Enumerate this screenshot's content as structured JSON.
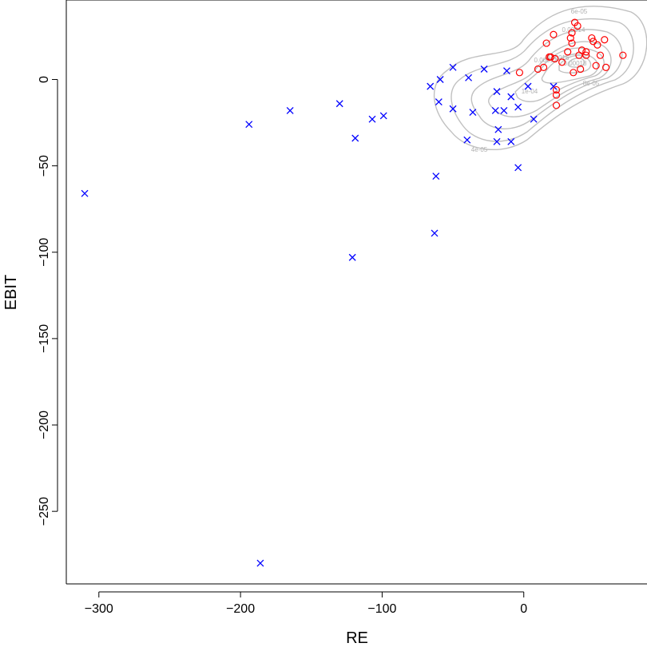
{
  "chart_data": {
    "type": "scatter",
    "title": "",
    "xlabel": "RE",
    "ylabel": "EBIT",
    "xlim": [
      -323,
      87
    ],
    "ylim": [
      -292,
      46
    ],
    "xticks": [
      -300,
      -200,
      -100,
      0
    ],
    "yticks": [
      -250,
      -200,
      -150,
      -100,
      -50,
      0
    ],
    "grid": false,
    "legend": "none",
    "colors": {
      "series_x": "#0000ff",
      "series_o": "#ff0000",
      "contour": "#c0c0c0"
    },
    "series": [
      {
        "marker": "x",
        "points": [
          [
            -310,
            -66
          ],
          [
            -194,
            -26
          ],
          [
            -186,
            -280
          ],
          [
            -165,
            -18
          ],
          [
            -130,
            -14
          ],
          [
            -121,
            -103
          ],
          [
            -119,
            -34
          ],
          [
            -107,
            -23
          ],
          [
            -99,
            -21
          ],
          [
            -66,
            -4
          ],
          [
            -63,
            -89
          ],
          [
            -62,
            -56
          ],
          [
            -60,
            -13
          ],
          [
            -59,
            0
          ],
          [
            -50,
            7
          ],
          [
            -50,
            -17
          ],
          [
            -40,
            -35
          ],
          [
            -39,
            1
          ],
          [
            -36,
            -19
          ],
          [
            -28,
            6
          ],
          [
            -20,
            -18
          ],
          [
            -19,
            -36
          ],
          [
            -19,
            -7
          ],
          [
            -18,
            -29
          ],
          [
            -14,
            -18
          ],
          [
            -12,
            5
          ],
          [
            -9,
            -36
          ],
          [
            -9,
            -10
          ],
          [
            -4,
            -16
          ],
          [
            -4,
            -51
          ],
          [
            3,
            -4
          ],
          [
            7,
            -23
          ],
          [
            21,
            -4
          ]
        ]
      },
      {
        "marker": "o",
        "points": [
          [
            -3,
            4
          ],
          [
            10,
            6
          ],
          [
            14,
            7
          ],
          [
            16,
            21
          ],
          [
            18,
            13
          ],
          [
            19,
            13
          ],
          [
            21,
            26
          ],
          [
            22,
            12
          ],
          [
            23,
            -6
          ],
          [
            23,
            -9
          ],
          [
            23,
            -15
          ],
          [
            27,
            10
          ],
          [
            31,
            16
          ],
          [
            33,
            24
          ],
          [
            34,
            21
          ],
          [
            34,
            27
          ],
          [
            35,
            4
          ],
          [
            36,
            33
          ],
          [
            38,
            31
          ],
          [
            39,
            14
          ],
          [
            40,
            6
          ],
          [
            41,
            17
          ],
          [
            44,
            14
          ],
          [
            44,
            16
          ],
          [
            48,
            24
          ],
          [
            49,
            22
          ],
          [
            51,
            8
          ],
          [
            52,
            20
          ],
          [
            54,
            14
          ],
          [
            57,
            23
          ],
          [
            58,
            7
          ],
          [
            70,
            14
          ]
        ]
      }
    ],
    "contour_labels": [
      "4e-05",
      "6e-05",
      "8e-05",
      "1e-04",
      "0.00014",
      "0.00018",
      "0.00016",
      "0.00012"
    ]
  }
}
